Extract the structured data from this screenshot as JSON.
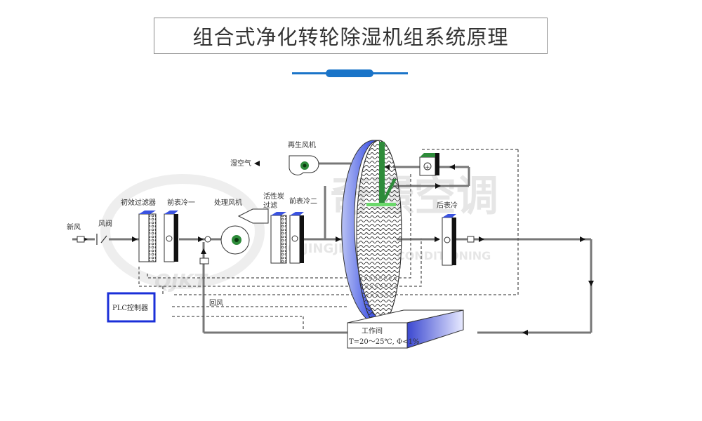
{
  "page": {
    "title": "组合式净化转轮除湿机组系统原理",
    "accent_color": "#1a74c8"
  },
  "diagram": {
    "labels": {
      "fresh_air": "新风",
      "damper": "风阀",
      "primary_filter": "初效过滤器",
      "pre_cooler_1": "前表冷一",
      "process_fan": "处理风机",
      "carbon_filter_line1": "活性炭",
      "carbon_filter_line2": "过滤",
      "pre_cooler_2": "前表冷二",
      "regen_fan": "再生风机",
      "wet_air": "湿空气",
      "post_cooler": "后表冷",
      "return_air": "回风",
      "plc": "PLC控制器",
      "room_title": "工作间",
      "room_spec": "T=20～25℃, Φ<1%"
    },
    "watermark": {
      "text_cn": "奇璟空调",
      "text_en": "QIJINGJIU",
      "text_en2": "CONDITIONING",
      "text_logo": "QJKT"
    },
    "colors": {
      "wheel_blue": "#3a4de0",
      "filter_top": "#3a52e0",
      "fan_green": "#2e8b3a",
      "plc_border": "#1a2fd8"
    }
  }
}
